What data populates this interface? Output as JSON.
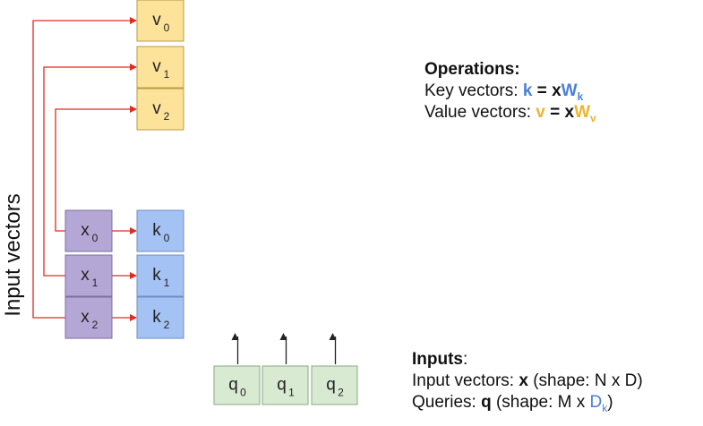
{
  "side_label": "Input vectors",
  "colors": {
    "value_box_fill": "#fde29a",
    "value_box_stroke": "#b89a45",
    "input_box_fill": "#b4a7d6",
    "input_box_stroke": "#7d6fa3",
    "key_box_fill": "#a4c2f4",
    "key_box_stroke": "#6f8fc4",
    "query_box_fill": "#d9ead3",
    "query_box_stroke": "#8aa883",
    "arrow_red": "#e02b20",
    "arrow_black": "#222222",
    "key_accent": "#4a7fd8",
    "value_accent": "#f0b429"
  },
  "value_boxes": [
    {
      "base": "v",
      "sub": "0"
    },
    {
      "base": "v",
      "sub": "1"
    },
    {
      "base": "v",
      "sub": "2"
    }
  ],
  "input_boxes": [
    {
      "base": "x",
      "sub": "0"
    },
    {
      "base": "x",
      "sub": "1"
    },
    {
      "base": "x",
      "sub": "2"
    }
  ],
  "key_boxes": [
    {
      "base": "k",
      "sub": "0"
    },
    {
      "base": "k",
      "sub": "1"
    },
    {
      "base": "k",
      "sub": "2"
    }
  ],
  "query_boxes": [
    {
      "base": "q",
      "sub": "0"
    },
    {
      "base": "q",
      "sub": "1"
    },
    {
      "base": "q",
      "sub": "2"
    }
  ],
  "operations": {
    "title": "Operations:",
    "key_line": {
      "label": "Key vectors: ",
      "lhs": "k",
      "eq": " = ",
      "x": "x",
      "w": "W",
      "sub": "k"
    },
    "value_line": {
      "label": "Value vectors: ",
      "lhs": "v",
      "eq": " = ",
      "x": "x",
      "w": "W",
      "sub": "v"
    }
  },
  "inputs": {
    "title": "Inputs",
    "colon": ":",
    "input_line": {
      "label": "Input vectors: ",
      "var": "x",
      "shape": " (shape: N x D)"
    },
    "query_line": {
      "label": "Queries: ",
      "var": "q",
      "shape_pre": " (shape: M x ",
      "dim": "D",
      "dim_sub": "k",
      "shape_post": ")"
    }
  }
}
